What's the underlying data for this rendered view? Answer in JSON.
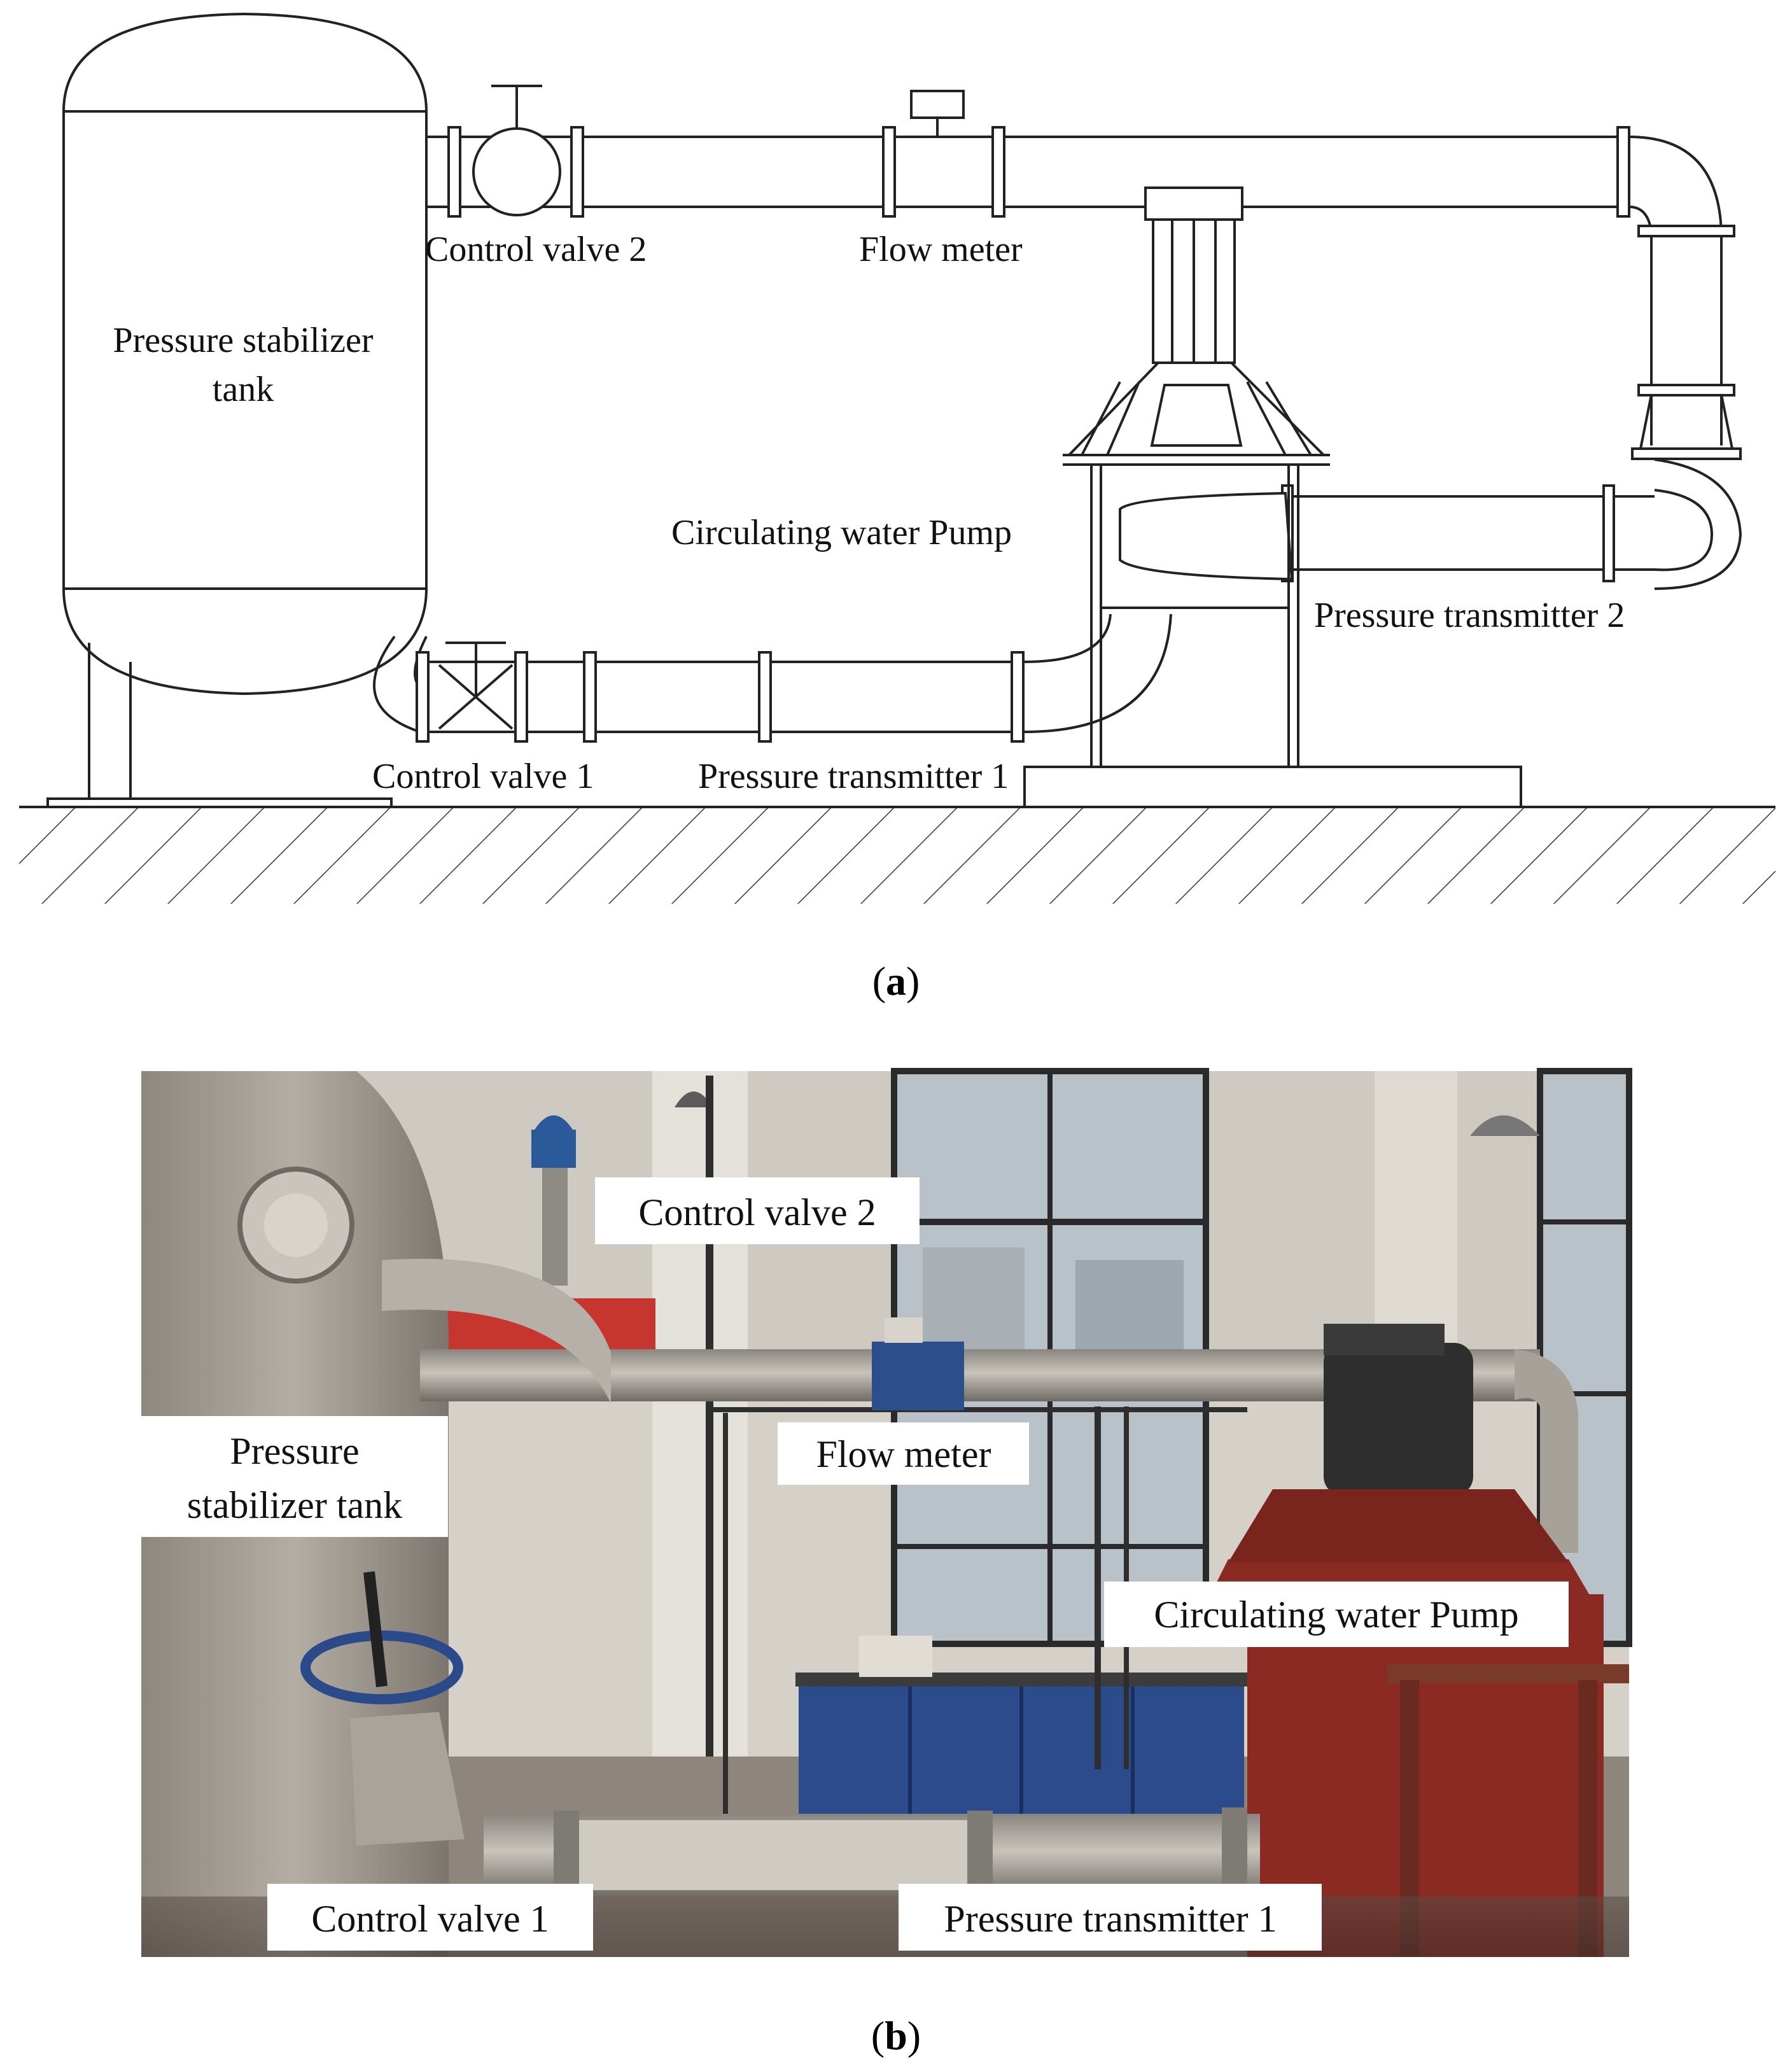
{
  "panel_a": {
    "caption_letter": "a",
    "labels": {
      "tank": [
        "Pressure stabilizer",
        "tank"
      ],
      "control_valve_2": "Control valve 2",
      "flow_meter": "Flow meter",
      "pump": "Circulating water Pump",
      "pressure_transmitter_2": "Pressure transmitter 2",
      "control_valve_1": "Control valve 1",
      "pressure_transmitter_1": "Pressure transmitter 1"
    }
  },
  "panel_b": {
    "caption_letter": "b",
    "labels": {
      "control_valve_2": "Control valve 2",
      "tank": [
        "Pressure",
        "stabilizer tank"
      ],
      "flow_meter": "Flow meter",
      "pump": "Circulating water Pump",
      "control_valve_1": "Control valve 1",
      "pressure_transmitter_1": "Pressure transmitter 1"
    }
  },
  "colors": {
    "line": "#222222",
    "tank_steel": "#9a948c",
    "pump_red": "#8a2a22",
    "cabinet_blue": "#2b4b8c",
    "valve_blue": "#2a5a9a",
    "wall": "#d8d4cc",
    "window": "#c9d2d8"
  }
}
